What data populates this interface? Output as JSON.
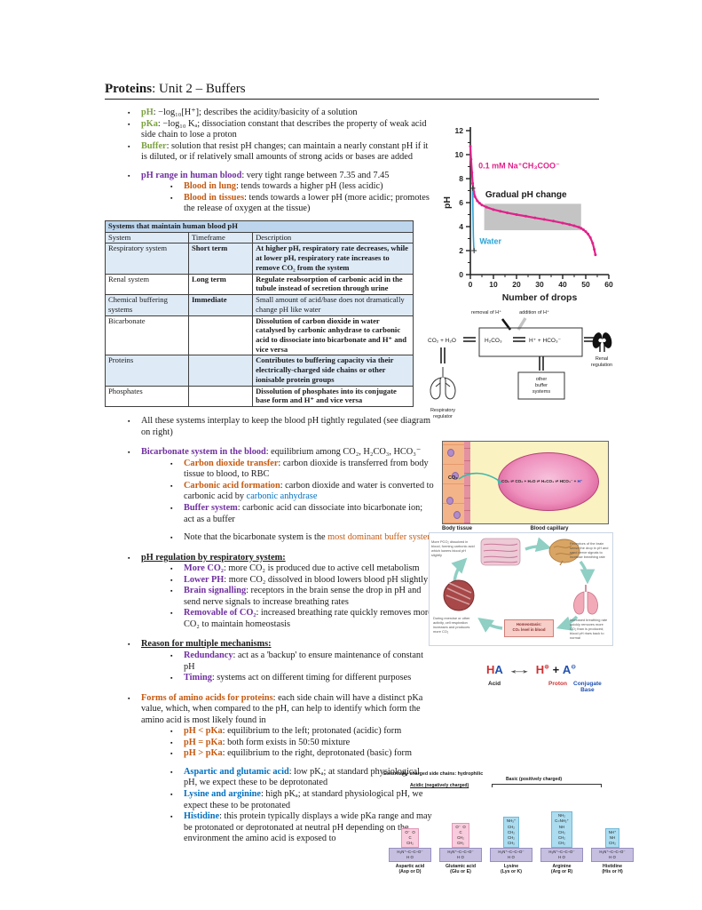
{
  "palette": {
    "green": "#7BA23F",
    "purple": "#7030A0",
    "orange": "#C55A11",
    "blue": "#0070C0",
    "magenta": "#E0218A",
    "water": "#2BA3D6"
  },
  "title": {
    "bold": "Proteins",
    "rest": ": Unit 2 – Buffers"
  },
  "defs": {
    "d0": {
      "term": "pH",
      "text": ": −log₁₀[H⁺]; describes the acidity/basicity of a solution"
    },
    "d1": {
      "term": "pKa",
      "text": ": −log₁₀ Kₐ; dissociation constant that describes the property of weak acid side chain to lose a proton"
    },
    "d2": {
      "term": "Buffer",
      "text": ": solution that resist pH changes; can maintain a nearly constant pH if it is diluted, or if relatively small amounts of strong acids or bases are added"
    }
  },
  "ph_range": {
    "main": {
      "term": "pH range in human blood",
      "text": ": very tight range between 7.35 and 7.45"
    },
    "s0": {
      "term": "Blood in lung",
      "text": ": tends towards a higher pH (less acidic)"
    },
    "s1": {
      "term": "Blood in tissues",
      "text": ": tends towards a lower pH (more acidic; promotes the release of oxygen at the tissue)"
    }
  },
  "table": {
    "title": "Systems that maintain human blood pH",
    "headers": [
      "System",
      "Timeframe",
      "Description"
    ],
    "rows": [
      [
        "Respiratory system",
        "Short term",
        "At higher pH, respiratory rate decreases, while at lower pH, respiratory rate increases to remove CO₂ from the system"
      ],
      [
        "Renal system",
        "Long term",
        "Regulate reabsorption of carbonic acid in the tubule instead of secretion through urine"
      ],
      [
        "Chemical buffering systems",
        "Immediate",
        "Small amount of acid/base does not dramatically change pH like water"
      ],
      [
        "Bicarbonate",
        "",
        "Dissolution of carbon dioxide in water catalysed by carbonic anhydrase to carbonic acid to dissociate into bicarbonate and H⁺ and vice versa"
      ],
      [
        "Proteins",
        "",
        "Contributes to buffering capacity via their electrically-charged side chains or other ionisable protein groups"
      ],
      [
        "Phosphates",
        "",
        "Dissolution of phosphates into its conjugate base form and H⁺ and vice versa"
      ]
    ]
  },
  "interplay": "All these systems interplay to keep the blood pH tightly regulated (see diagram on right)",
  "bicarb": {
    "main": {
      "term": "Bicarbonate system in the blood",
      "text": ": equilibrium among CO₂, H₂CO₃, HCO₃⁻"
    },
    "s0": {
      "term": "Carbon dioxide transfer",
      "text": ": carbon dioxide is transferred from body tissue to blood, to RBC"
    },
    "s1": {
      "term": "Carbonic acid formation",
      "text": ": carbon dioxide and water is converted to carbonic acid by ",
      "hl": "carbonic anhydrase"
    },
    "s2": {
      "term": "Buffer system",
      "text": ": carbonic acid can dissociate into bicarbonate ion; act as a buffer"
    },
    "note": {
      "pre": "Note that the bicarbonate system is the ",
      "hl": "most dominant buffer system"
    }
  },
  "resp": {
    "heading": "pH regulation by respiratory system:",
    "s0": {
      "term": "More CO₂",
      "text": ": more CO₂ is produced due to active cell metabolism"
    },
    "s1": {
      "term": "Lower PH",
      "text": ": more CO₂ dissolved in blood lowers blood pH slightly"
    },
    "s2": {
      "term": "Brain signalling",
      "text": ": receptors in the brain sense the drop in pH and send nerve signals to increase breathing rates"
    },
    "s3": {
      "term": "Removable of CO₂",
      "text": ": increased breathing rate quickly removes more CO₂ to maintain homeostasis"
    }
  },
  "reason": {
    "heading": "Reason for multiple mechanisms:",
    "s0": {
      "term": "Redundancy",
      "text": ": act as a 'backup' to ensure maintenance of constant pH"
    },
    "s1": {
      "term": "Timing",
      "text": ": systems act on different timing for different purposes"
    }
  },
  "forms": {
    "main": {
      "term": "Forms of amino acids for proteins",
      "text": ": each side chain will have a distinct pKa value, which, when compared to the pH, can help to identify which form the amino acid is most likely found in"
    },
    "s0": {
      "term": "pH < pKa",
      "text": ": equilibrium to the left; protonated (acidic) form"
    },
    "s1": {
      "term": "pH = pKa",
      "text": ": both form exists in 50:50 mixture"
    },
    "s2": {
      "term": "pH > pKa",
      "text": ": equilibrium to the right, deprotonated (basic) form"
    },
    "s3": {
      "term": "Aspartic and glutamic acid",
      "text": ": low pKₐ; at standard physiological pH, we expect these to be deprotonated"
    },
    "s4": {
      "term": "Lysine and arginine",
      "text": ": high pKₐ; at standard physiological pH, we expect these to be protonated"
    },
    "s5": {
      "term": "Histidine",
      "text": ": this protein typically displays a wide pKa range and may be protonated or deprotonated at neutral pH depending on the environment the amino acid is exposed to"
    }
  },
  "chart_data": {
    "type": "line",
    "xlabel": "Number of drops",
    "ylabel": "pH",
    "xlim": [
      0,
      60
    ],
    "ylim": [
      0,
      12
    ],
    "xticks": [
      0,
      10,
      20,
      30,
      40,
      50,
      60
    ],
    "yticks": [
      0,
      2,
      4,
      6,
      8,
      10,
      12
    ],
    "grid": false,
    "legend_position": "inline-annotations",
    "gray_region": {
      "x0": 6,
      "x1": 48,
      "y0": 3.7,
      "y1": 5.9
    },
    "series": [
      {
        "name": "0.1 mM Na⁺CH₃COO⁻",
        "color": "#E0218A",
        "marker": "dot",
        "points": [
          [
            0,
            10.7
          ],
          [
            0.3,
            9.6
          ],
          [
            0.7,
            8.5
          ],
          [
            1,
            7.6
          ],
          [
            1.5,
            6.9
          ],
          [
            2,
            6.5
          ],
          [
            3,
            6.15
          ],
          [
            4,
            5.95
          ],
          [
            5,
            5.8
          ],
          [
            7,
            5.62
          ],
          [
            10,
            5.42
          ],
          [
            13,
            5.28
          ],
          [
            16,
            5.15
          ],
          [
            20,
            5.0
          ],
          [
            24,
            4.87
          ],
          [
            28,
            4.73
          ],
          [
            32,
            4.6
          ],
          [
            36,
            4.46
          ],
          [
            40,
            4.3
          ],
          [
            43,
            4.17
          ],
          [
            45,
            4.07
          ],
          [
            47,
            3.95
          ],
          [
            48,
            3.86
          ],
          [
            49,
            3.74
          ],
          [
            50,
            3.58
          ],
          [
            51,
            3.38
          ],
          [
            52,
            3.08
          ],
          [
            53,
            2.62
          ],
          [
            53.7,
            2.1
          ],
          [
            54.2,
            1.65
          ]
        ]
      },
      {
        "name": "Water",
        "color": "#2BA3D6",
        "marker": "plus",
        "points": [
          [
            1,
            7.2
          ],
          [
            1.05,
            6.4
          ],
          [
            1.1,
            5.4
          ],
          [
            1.2,
            4.3
          ],
          [
            1.3,
            3.2
          ],
          [
            1.45,
            2.4
          ],
          [
            1.6,
            2.0
          ]
        ]
      }
    ],
    "annotations": [
      {
        "text": "0.1 mM Na⁺CH₃COO⁻",
        "x": 3.5,
        "y": 8.85,
        "color": "#E0218A",
        "size": 9
      },
      {
        "text": "Gradual pH change",
        "x": 6.5,
        "y": 6.45,
        "color": "#1a1a1a",
        "size": 10
      },
      {
        "text": "Water",
        "x": 4,
        "y": 2.55,
        "color": "#2BA3D6",
        "size": 9
      }
    ]
  },
  "buffer_diagram": {
    "removal": "removal of H⁺",
    "addition": "addition of H⁺",
    "eq_left": "CO₂ + H₂O",
    "eq_mid": "H₂CO₃",
    "eq_right": "H⁺  +  HCO₃⁻",
    "other_buffers": [
      "other",
      "buffer",
      "systems"
    ],
    "lungs_label": [
      "Respiratory",
      "regulator"
    ],
    "kidney_label": [
      "Renal",
      "regulation"
    ]
  },
  "capillary": {
    "co2": "CO₂",
    "equation": "CO₂ ⇌ CO₂ + H₂O ⇌ H₂CO₃ ⇌ HCO₃⁻ + ",
    "equation_h": "H⁺",
    "body_tissue": "Body tissue",
    "blood_capillary": "Blood capillary"
  },
  "cycle": {
    "notes": [
      "More PCO₂ dissolved in blood, forming carbonic acid which lowers blood pH slightly",
      "Receptors of the brain sense the drop in pH and send nerve signals to increase breathing rate",
      "Increased breathing rate quickly removes more CO₂ than is produced; blood pH rises back to normal",
      "During exercise or other activity, cell respiration increases and produces more CO₂"
    ],
    "box": [
      "Homeostasis:",
      "CO₂ level in blood"
    ]
  },
  "acid_base": {
    "H": "H",
    "A": "A",
    "plus": "+",
    "arrow": "↔",
    "oplus": "⊕",
    "ominus": "⊖",
    "acid": "Acid",
    "proton": "Proton",
    "conjugate": "Conjugate",
    "base": "Base"
  },
  "side_chains": {
    "title": "Electrically charged side chains: hydrophilic",
    "acidic_header": "Acidic (negatively charged)",
    "basic_header": "Basic (positively charged)",
    "backbone_top": "H₃N⁺–C–C–O⁻",
    "backbone_bottom": "H    O",
    "acids": [
      {
        "name": "Aspartic acid",
        "code": "(Asp or D)",
        "type": "acidic",
        "chain": [
          "O⁻  O",
          "C",
          "CH₂"
        ]
      },
      {
        "name": "Glutamic acid",
        "code": "(Glu or E)",
        "type": "acidic",
        "chain": [
          "O⁻  O",
          "C",
          "CH₂",
          "CH₂"
        ]
      },
      {
        "name": "Lysine",
        "code": "(Lys or K)",
        "type": "basic",
        "chain": [
          "NH₃⁺",
          "CH₂",
          "CH₂",
          "CH₂",
          "CH₂"
        ]
      },
      {
        "name": "Arginine",
        "code": "(Arg or R)",
        "type": "basic",
        "chain": [
          "NH₂",
          "C=NH₂⁺",
          "NH",
          "CH₂",
          "CH₂",
          "CH₂"
        ]
      },
      {
        "name": "Histidine",
        "code": "(His or H)",
        "type": "basic",
        "chain": [
          "NH⁺",
          "NH",
          "CH₂"
        ]
      }
    ]
  }
}
